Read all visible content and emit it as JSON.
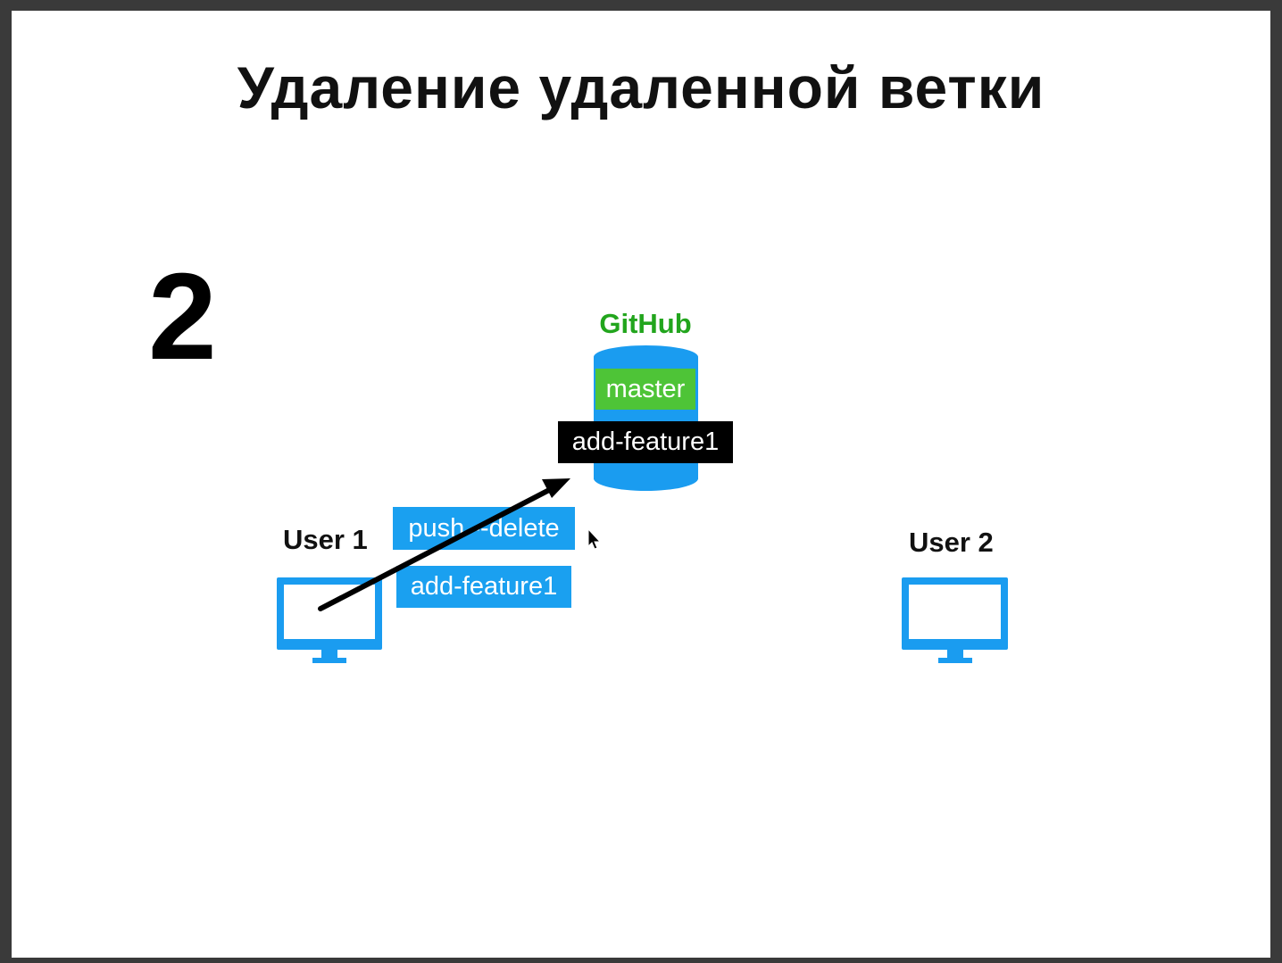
{
  "title": "Удаление удаленной ветки",
  "step_number": "2",
  "remote": {
    "name": "GitHub",
    "branches": [
      "master",
      "add-feature1"
    ]
  },
  "command_label": "push --delete",
  "local_branch_label": "add-feature1",
  "users": [
    "User 1",
    "User 2"
  ],
  "colors": {
    "github_green": "#22a51d",
    "master_green": "#4ec437",
    "tag_blue": "#1aa0f0",
    "branch_black": "#000000",
    "database_blue": "#1a9cf0",
    "monitor_blue": "#1a9cf0",
    "arrow": "#000000"
  },
  "icons": {
    "remote": "database-icon",
    "user_device": "monitor-icon",
    "cursor": "mouse-pointer-icon",
    "action": "push-arrow"
  }
}
